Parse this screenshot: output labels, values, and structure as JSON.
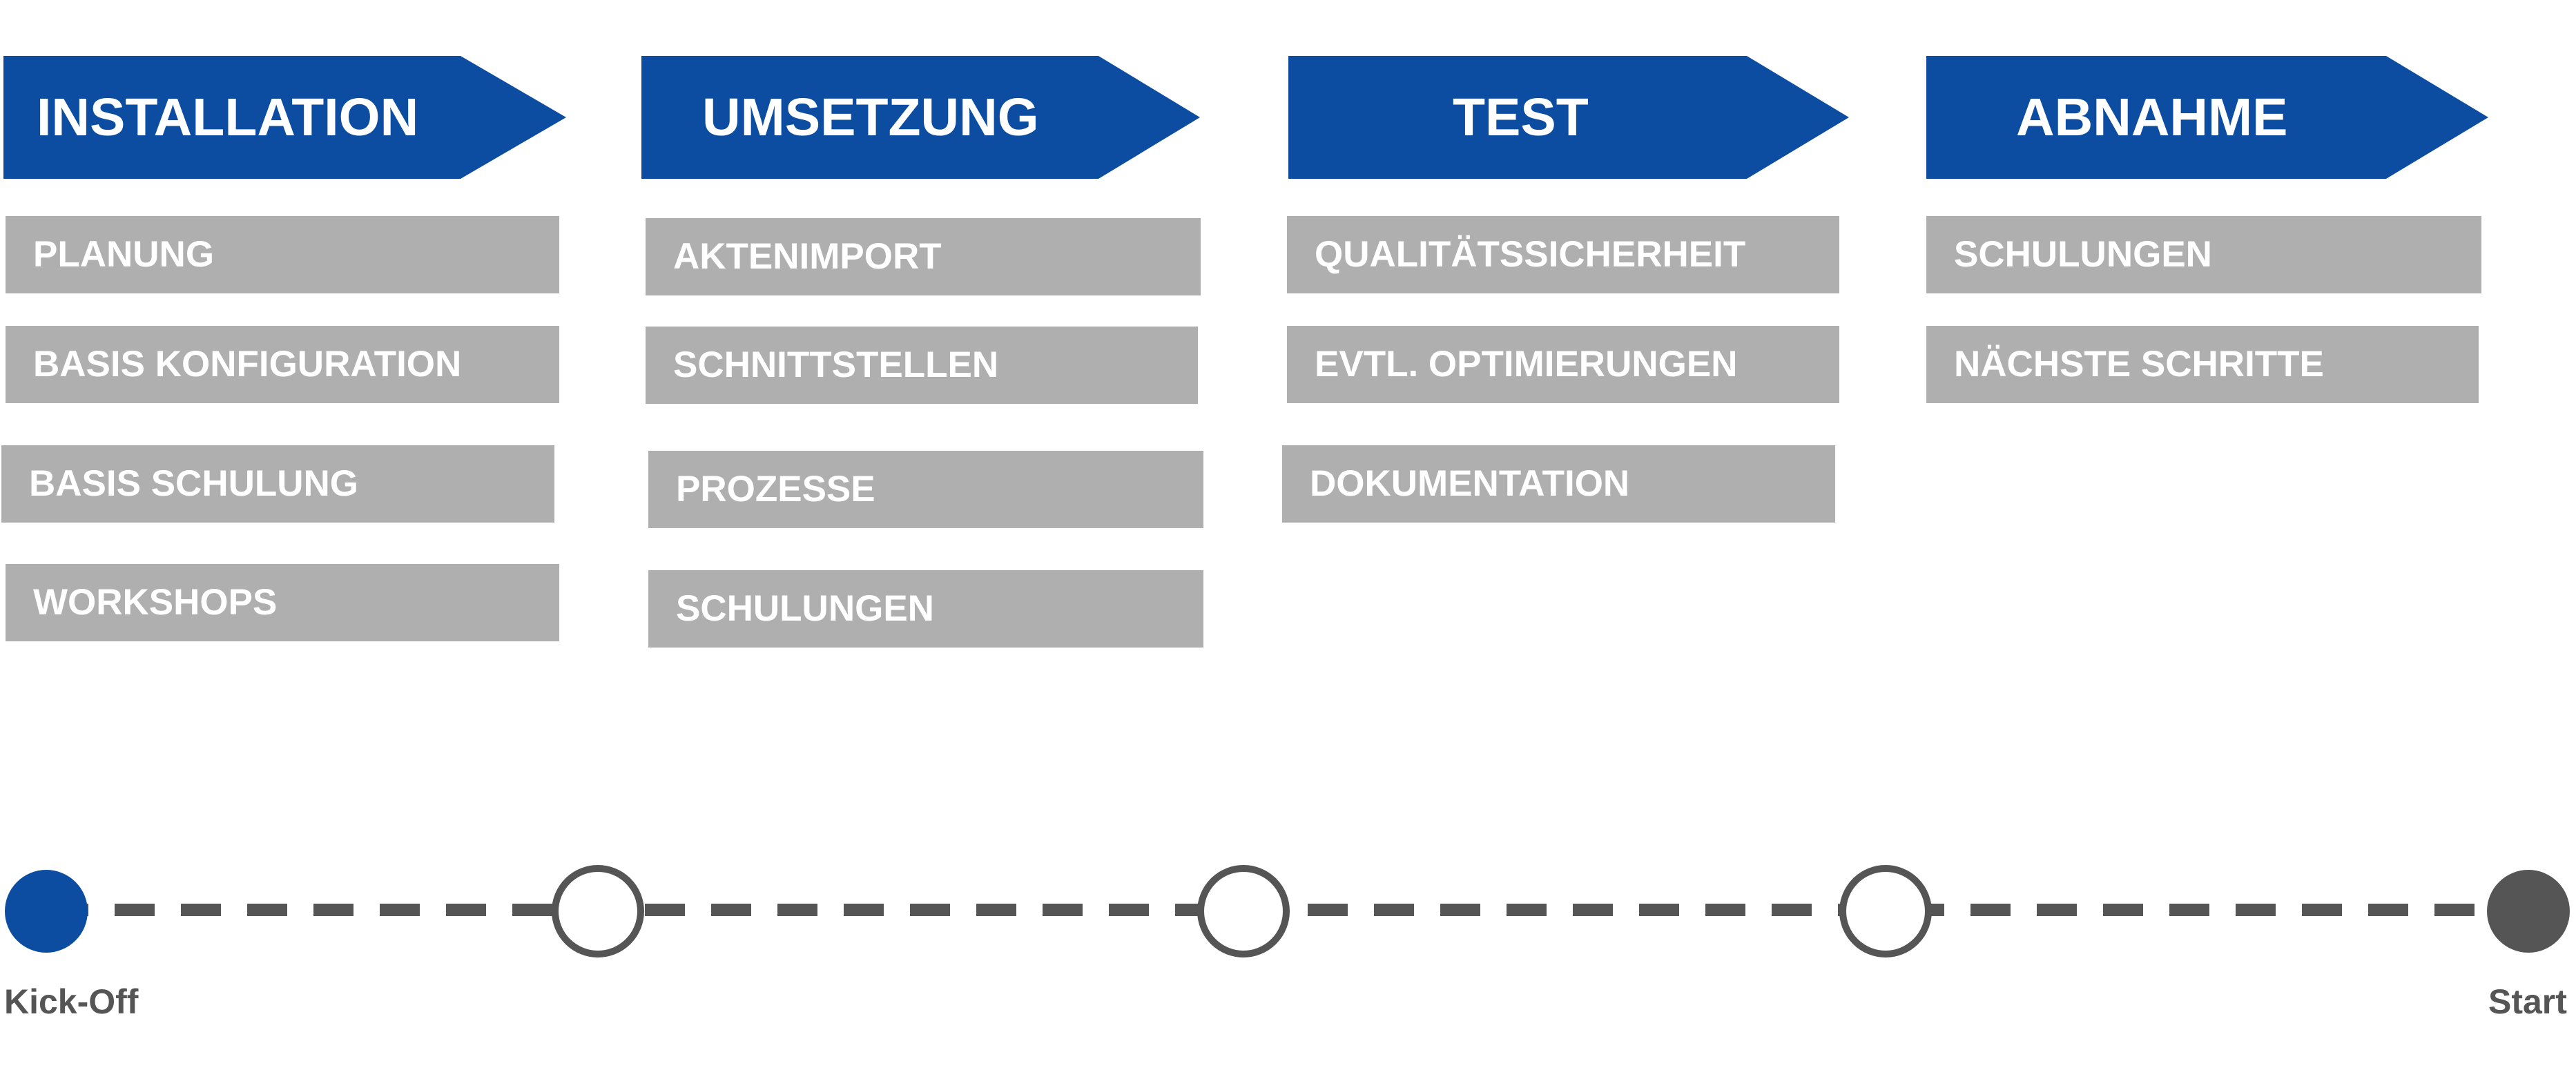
{
  "colors": {
    "phase_fill": "#0c4da2",
    "task_fill": "#afafaf",
    "task_text": "#ffffff",
    "timeline_line": "#555555",
    "milestone_start_fill": "#0c4da2",
    "milestone_end_fill": "#555555",
    "milestone_open_fill": "#ffffff"
  },
  "phases": [
    {
      "title": "INSTALLATION",
      "tasks": [
        "PLANUNG",
        "BASIS KONFIGURATION",
        "BASIS SCHULUNG",
        "WORKSHOPS"
      ]
    },
    {
      "title": "UMSETZUNG",
      "tasks": [
        "AKTENIMPORT",
        "SCHNITTSTELLEN",
        "PROZESSE",
        "SCHULUNGEN"
      ]
    },
    {
      "title": "TEST",
      "tasks": [
        "QUALITÄTSSICHERHEIT",
        "EVTL. OPTIMIERUNGEN",
        "DOKUMENTATION"
      ]
    },
    {
      "title": "ABNAHME",
      "tasks": [
        "SCHULUNGEN",
        "NÄCHSTE SCHRITTE"
      ]
    }
  ],
  "timeline": {
    "start_label": "Kick-Off",
    "end_label": "Start",
    "milestones": [
      {
        "state": "filled-start"
      },
      {
        "state": "open"
      },
      {
        "state": "open"
      },
      {
        "state": "open"
      },
      {
        "state": "filled-end"
      }
    ]
  }
}
